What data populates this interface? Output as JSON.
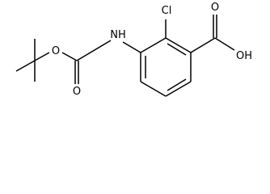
{
  "molecule": {
    "atoms": {
      "chlorine": "Cl",
      "amine": "NH",
      "carbamate_ester_oxygen": "O",
      "carbamate_carbonyl_oxygen": "O",
      "acid_carbonyl_oxygen": "O",
      "acid_hydroxyl": "OH"
    }
  },
  "colors": {
    "bond": "#000000",
    "label": "#000000",
    "background": "#ffffff"
  }
}
